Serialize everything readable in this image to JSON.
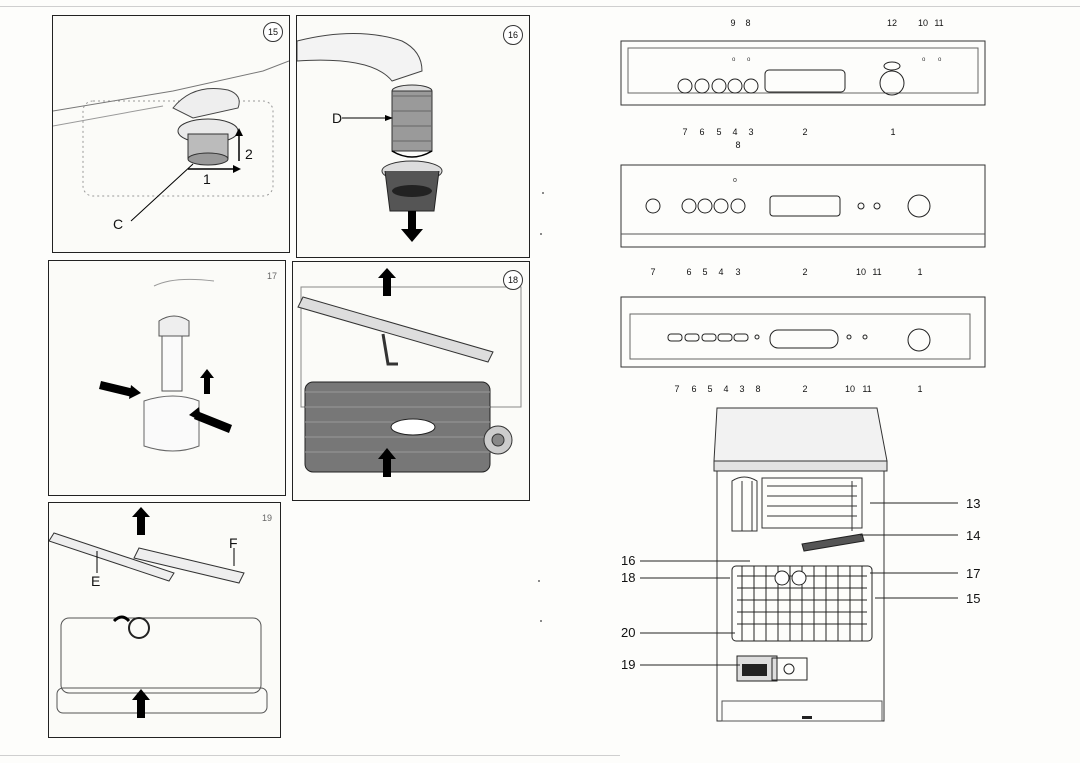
{
  "page": {
    "figures": [
      {
        "number": "15",
        "labels": {
          "c": "C",
          "one": "1",
          "two": "2"
        }
      },
      {
        "number": "16",
        "labels": {
          "d": "D"
        }
      },
      {
        "number": "17",
        "labels": {}
      },
      {
        "number": "18",
        "labels": {}
      },
      {
        "number": "19",
        "labels": {
          "e": "E",
          "f": "F"
        }
      }
    ],
    "control_panel_a": {
      "top_numbers": [
        "9",
        "8",
        "12",
        "10",
        "11"
      ],
      "bottom_numbers": [
        "7",
        "6",
        "5",
        "4",
        "3",
        "2",
        "1"
      ]
    },
    "control_panel_b": {
      "top_numbers": [
        "8"
      ],
      "bottom_numbers": [
        "7",
        "6",
        "5",
        "4",
        "3",
        "2",
        "10",
        "11",
        "1"
      ]
    },
    "control_panel_c": {
      "bottom_numbers": [
        "7",
        "6",
        "5",
        "4",
        "3",
        "8",
        "2",
        "10",
        "11",
        "1"
      ]
    },
    "dishwasher": {
      "callouts_right": [
        "13",
        "14",
        "17",
        "15"
      ],
      "callouts_left": [
        "16",
        "18",
        "20",
        "19"
      ]
    }
  }
}
